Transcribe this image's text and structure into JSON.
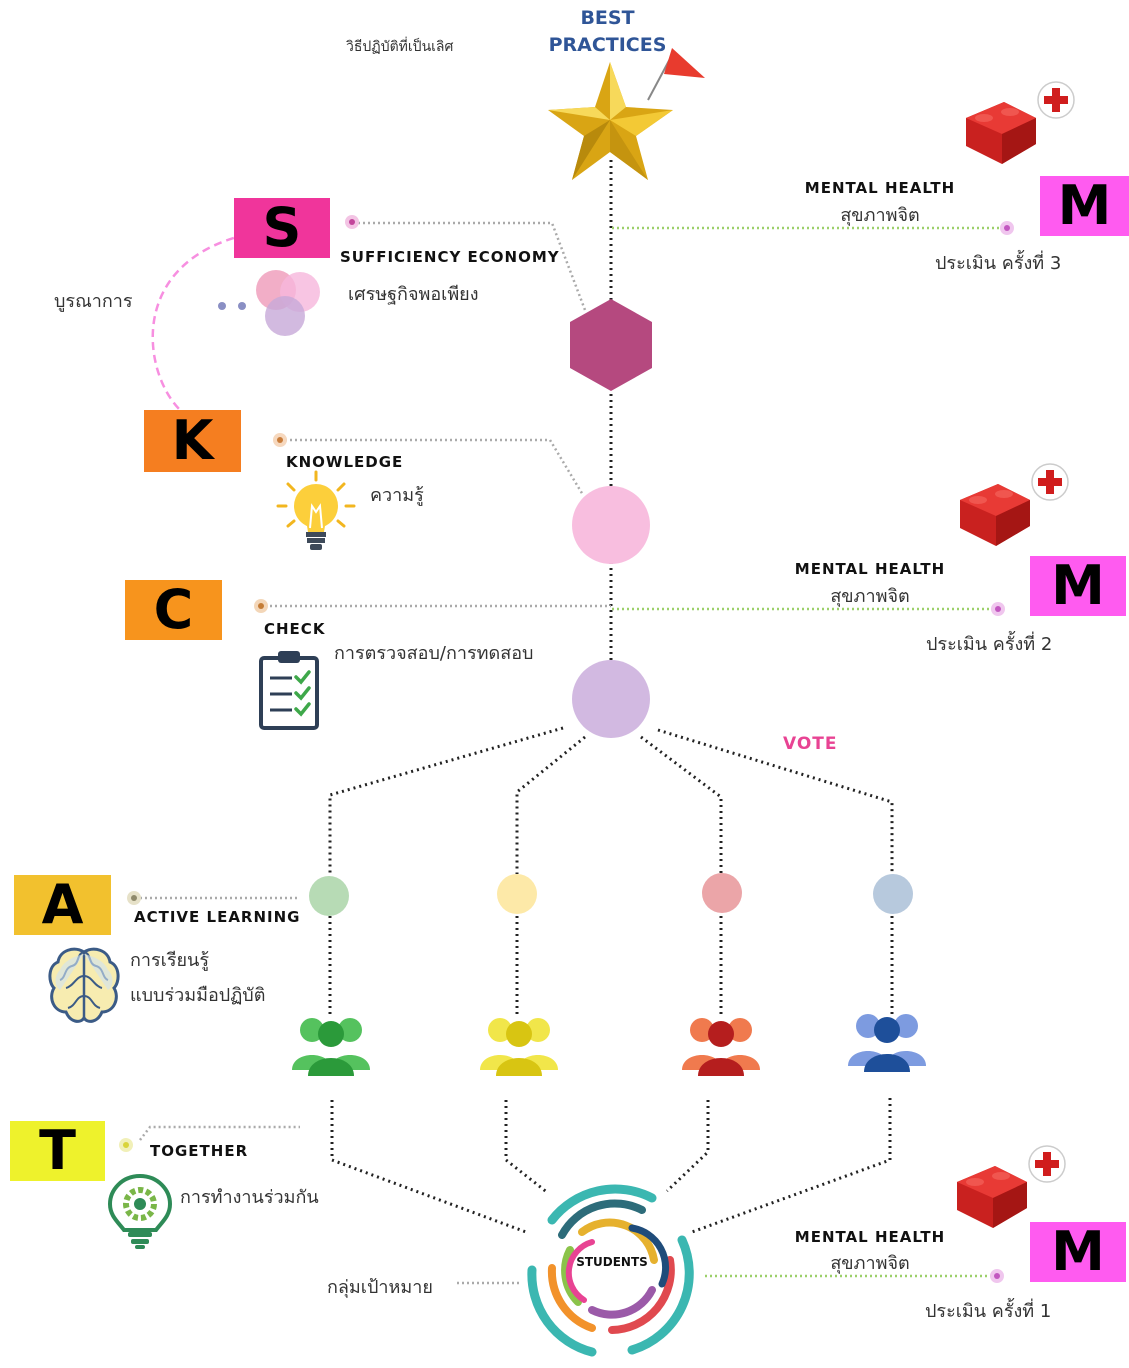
{
  "header": {
    "best_line1": "BEST",
    "best_line2": "PRACTICES",
    "best_thai": "วิธีปฏิบัติที่เป็นเลิศ"
  },
  "steps": {
    "s": {
      "letter": "S",
      "title": "SUFFICIENCY ECONOMY",
      "thai": "เศรษฐกิจพอเพียง",
      "color": "#f0359b"
    },
    "k": {
      "letter": "K",
      "title": "KNOWLEDGE",
      "thai": "ความรู้",
      "color": "#f57e20"
    },
    "c": {
      "letter": "C",
      "title": "CHECK",
      "thai": "การตรวจสอบ/การทดสอบ",
      "color": "#f7941d"
    },
    "a": {
      "letter": "A",
      "title": "ACTIVE  LEARNING",
      "thai_line1": "การเรียนรู้",
      "thai_line2": "แบบร่วมมือปฏิบัติ",
      "color": "#f2c12e"
    },
    "t": {
      "letter": "T",
      "title": "TOGETHER",
      "thai": "การทำงานร่วมกัน",
      "color": "#eef22c"
    }
  },
  "integration_label": "บูรณาการ",
  "vote_label": "VOTE",
  "mental_health": [
    {
      "letter": "M",
      "title": "MENTAL  HEALTH",
      "thai": "สุขภาพจิต",
      "assessment": "ประเมิน ครั้งที่ 3"
    },
    {
      "letter": "M",
      "title": "MENTAL  HEALTH",
      "thai": "สุขภาพจิต",
      "assessment": "ประเมิน ครั้งที่ 2"
    },
    {
      "letter": "M",
      "title": "MENTAL  HEALTH",
      "thai": "สุขภาพจิต",
      "assessment": "ประเมิน ครั้งที่ 1"
    }
  ],
  "m_color": "#ff5bf0",
  "students_label": "STUDENTS",
  "target_group_label": "กลุ่มเป้าหมาย",
  "groups": [
    {
      "name": "green-group",
      "dot_color": "#b7dbb5",
      "icon_color": "#2b9a3a",
      "icon_light": "#55c25e"
    },
    {
      "name": "yellow-group",
      "dot_color": "#fde9a8",
      "icon_color": "#d8c512",
      "icon_light": "#f1e64a"
    },
    {
      "name": "red-group",
      "dot_color": "#eba5a8",
      "icon_color": "#b51e1e",
      "icon_light": "#f07a4e"
    },
    {
      "name": "blue-group",
      "dot_color": "#b7c9dd",
      "icon_color": "#1e4f9a",
      "icon_light": "#7d9be0"
    }
  ]
}
